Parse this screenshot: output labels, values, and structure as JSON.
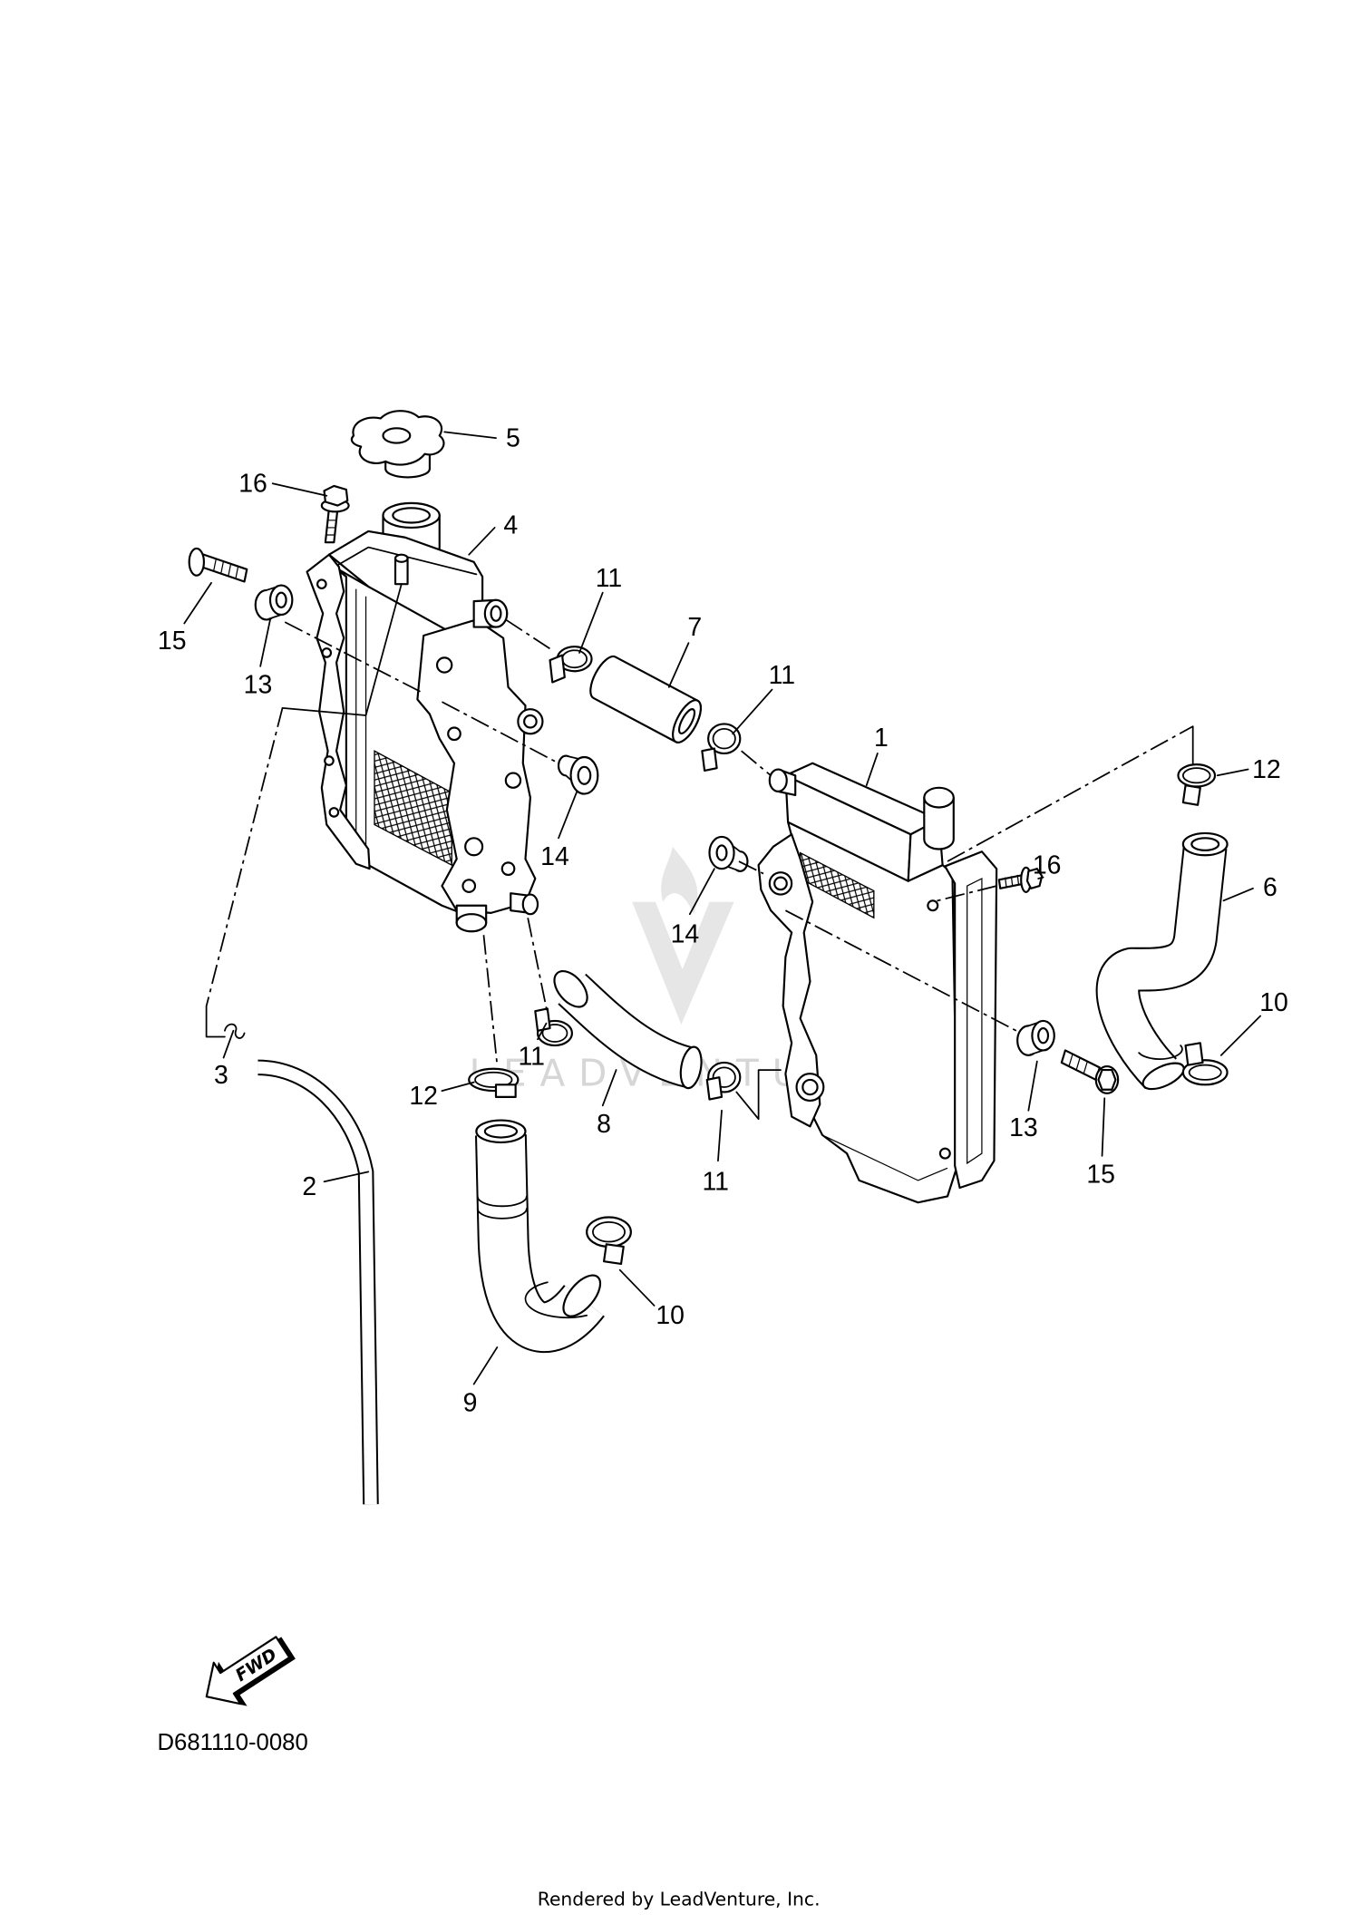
{
  "figure": {
    "callouts": [
      "5",
      "16",
      "4",
      "15",
      "13",
      "11",
      "7",
      "11",
      "1",
      "12",
      "14",
      "16",
      "6",
      "14",
      "10",
      "3",
      "11",
      "12",
      "8",
      "13",
      "15",
      "11",
      "2",
      "10",
      "9"
    ],
    "direction_marker": "FWD",
    "figure_code": "D681110-0080",
    "footer_credit": "Rendered by LeadVenture, Inc.",
    "watermark": "LEADVENTURE"
  },
  "colors": {
    "line": "#000000",
    "background": "#ffffff",
    "watermark": "#d6d6d6"
  }
}
